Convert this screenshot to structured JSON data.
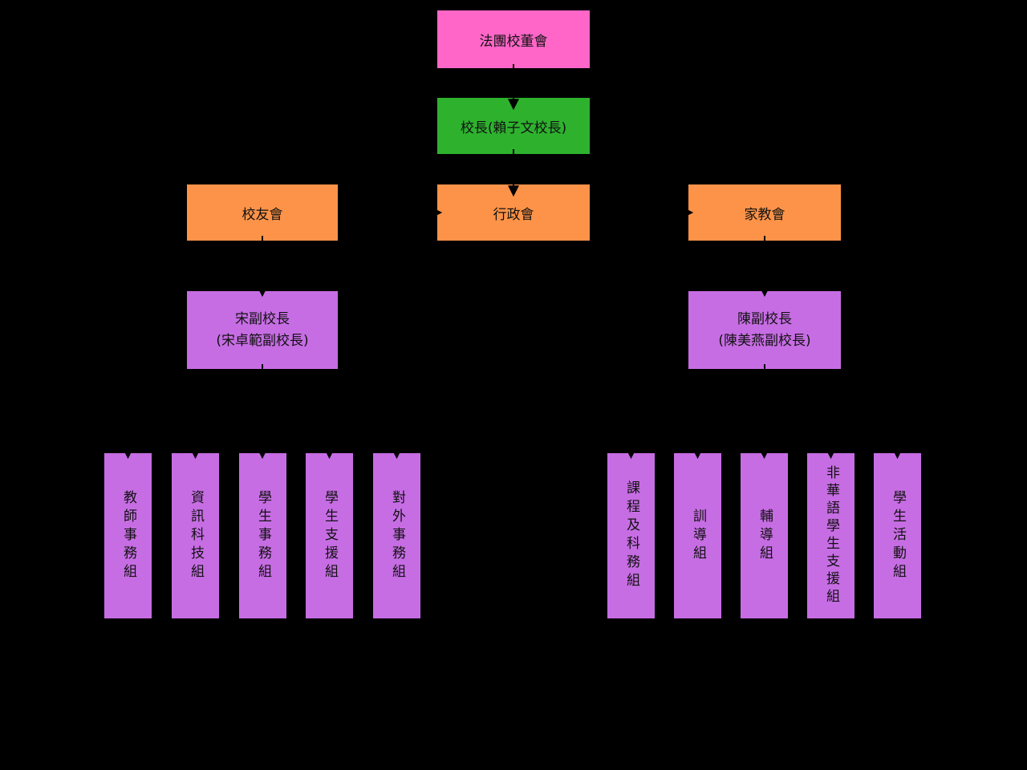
{
  "canvas": {
    "background": "#000000",
    "line_color": "#000000",
    "text_color": "#111111"
  },
  "colors": {
    "board": "#FF66C8",
    "principal": "#2EB22E",
    "council": "#FD9348",
    "group": "#C76DE4"
  },
  "nodes": {
    "board": {
      "label": "法團校董會"
    },
    "principal": {
      "label": "校長(賴子文校長)"
    },
    "alumni": {
      "label": "校友會"
    },
    "admin": {
      "label": "行政會"
    },
    "pta": {
      "label": "家教會"
    },
    "vp_left": {
      "line1": "宋副校長",
      "line2": "(宋卓範副校長)"
    },
    "vp_right": {
      "line1": "陳副校長",
      "line2": "(陳美燕副校長)"
    },
    "left_groups": [
      "教師事務組",
      "資訊科技組",
      "學生事務組",
      "學生支援組",
      "對外事務組"
    ],
    "right_groups": [
      "課程及科務組",
      "訓導組",
      "輔導組",
      "非華語學生支援組",
      "學生活動組"
    ]
  }
}
